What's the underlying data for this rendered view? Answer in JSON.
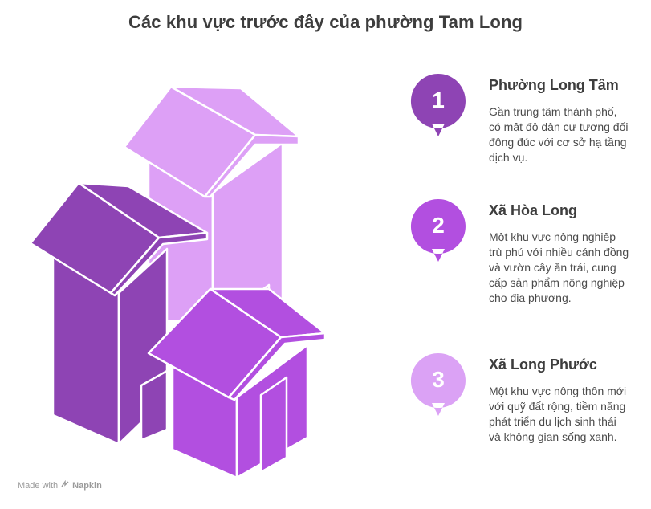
{
  "title": "Các khu vực trước đây của phường Tam Long",
  "items": [
    {
      "number": "1",
      "title": "Phường Long Tâm",
      "description": "Gần trung tâm thành phố, có mật độ dân cư tương đối đông đúc với cơ sở hạ tầng dịch vụ.",
      "color": "#8e44b4"
    },
    {
      "number": "2",
      "title": "Xã Hòa Long",
      "description": "Một khu vực nông nghiệp trù phú với nhiều cánh đồng và vườn cây ăn trái, cung cấp sản phẩm nông nghiệp cho địa phương.",
      "color": "#b24fe0"
    },
    {
      "number": "3",
      "title": "Xã Long Phước",
      "description": "Một khu vực nông thôn mới với quỹ đất rộng, tiềm năng phát triển du lịch sinh thái và không gian sống xanh.",
      "color": "#dba2f5"
    }
  ],
  "footer": {
    "made_with": "Made with",
    "brand": "Napkin"
  },
  "colors": {
    "house_back": "#dda0f6",
    "house_left": "#8e44b4",
    "house_front": "#b24fe0"
  }
}
